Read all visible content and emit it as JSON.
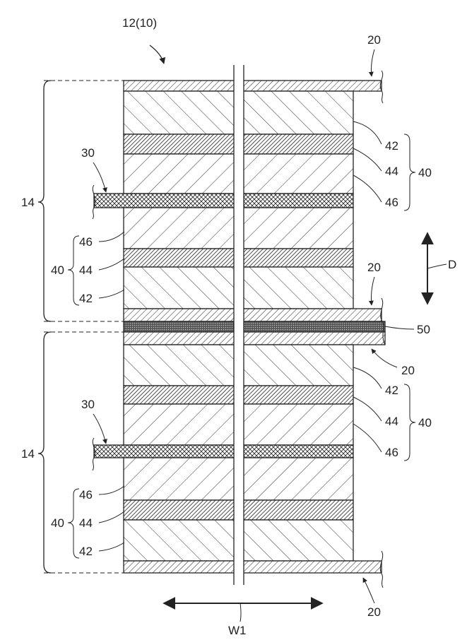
{
  "figure": {
    "title": "12(10)",
    "labels": {
      "collector_20": "20",
      "collector_30": "30",
      "stack_14": "14",
      "unit_40": "40",
      "layer_42": "42",
      "layer_44": "44",
      "layer_46": "46",
      "layer_50": "50",
      "direction_d": "D",
      "width_w1": "W1"
    }
  }
}
